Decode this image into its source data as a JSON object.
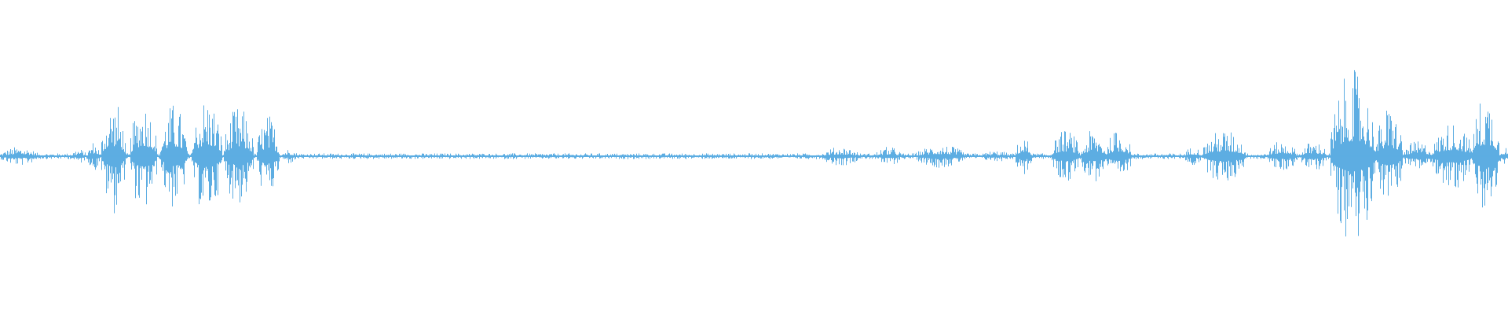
{
  "waveform": {
    "color": "#5dade2",
    "background": "#ffffff",
    "bursts": [
      {
        "start": 0.0,
        "end": 0.025,
        "amplitude": 0.05
      },
      {
        "start": 0.047,
        "end": 0.057,
        "amplitude": 0.04
      },
      {
        "start": 0.058,
        "end": 0.066,
        "amplitude": 0.08
      },
      {
        "start": 0.067,
        "end": 0.083,
        "amplitude": 0.3
      },
      {
        "start": 0.086,
        "end": 0.104,
        "amplitude": 0.3
      },
      {
        "start": 0.106,
        "end": 0.124,
        "amplitude": 0.28
      },
      {
        "start": 0.127,
        "end": 0.147,
        "amplitude": 0.32
      },
      {
        "start": 0.148,
        "end": 0.168,
        "amplitude": 0.26
      },
      {
        "start": 0.17,
        "end": 0.185,
        "amplitude": 0.22
      },
      {
        "start": 0.186,
        "end": 0.197,
        "amplitude": 0.04
      },
      {
        "start": 0.545,
        "end": 0.57,
        "amplitude": 0.05
      },
      {
        "start": 0.58,
        "end": 0.598,
        "amplitude": 0.05
      },
      {
        "start": 0.607,
        "end": 0.64,
        "amplitude": 0.06
      },
      {
        "start": 0.65,
        "end": 0.67,
        "amplitude": 0.03
      },
      {
        "start": 0.673,
        "end": 0.684,
        "amplitude": 0.1
      },
      {
        "start": 0.697,
        "end": 0.716,
        "amplitude": 0.14
      },
      {
        "start": 0.717,
        "end": 0.733,
        "amplitude": 0.14
      },
      {
        "start": 0.733,
        "end": 0.75,
        "amplitude": 0.14
      },
      {
        "start": 0.785,
        "end": 0.797,
        "amplitude": 0.05
      },
      {
        "start": 0.797,
        "end": 0.826,
        "amplitude": 0.14
      },
      {
        "start": 0.84,
        "end": 0.86,
        "amplitude": 0.08
      },
      {
        "start": 0.862,
        "end": 0.88,
        "amplitude": 0.08
      },
      {
        "start": 0.882,
        "end": 0.912,
        "amplitude": 0.45
      },
      {
        "start": 0.912,
        "end": 0.93,
        "amplitude": 0.26
      },
      {
        "start": 0.93,
        "end": 0.95,
        "amplitude": 0.08
      },
      {
        "start": 0.95,
        "end": 0.976,
        "amplitude": 0.18
      },
      {
        "start": 0.976,
        "end": 0.994,
        "amplitude": 0.34
      },
      {
        "start": 0.994,
        "end": 1.0,
        "amplitude": 0.06
      }
    ],
    "baseline_amplitude": 0.015
  }
}
